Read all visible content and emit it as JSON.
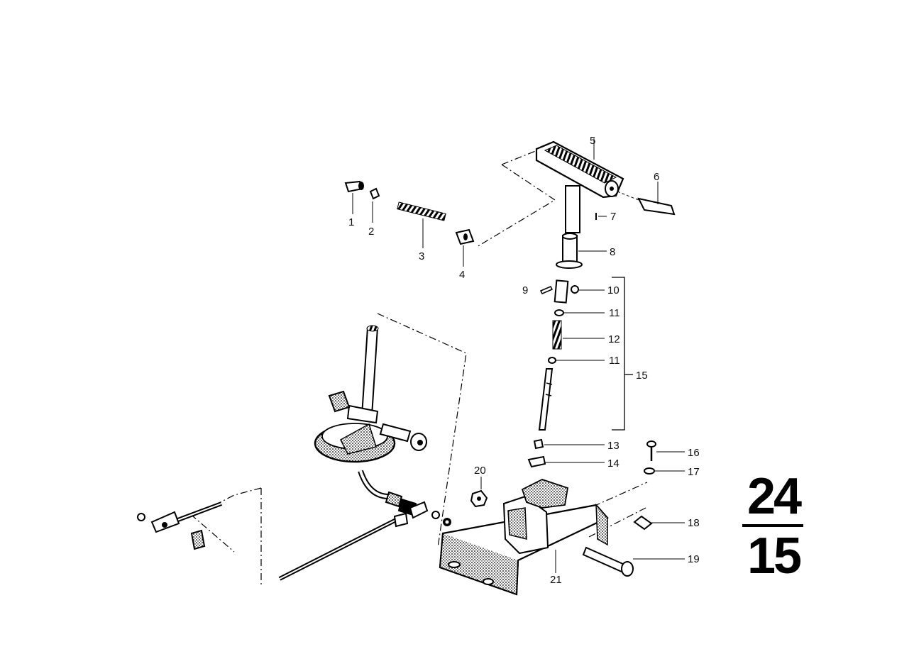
{
  "diagram": {
    "page_number_top": "24",
    "page_number_bottom": "15",
    "callouts": [
      {
        "id": "1",
        "label": "1"
      },
      {
        "id": "2",
        "label": "2"
      },
      {
        "id": "3",
        "label": "3"
      },
      {
        "id": "4",
        "label": "4"
      },
      {
        "id": "5",
        "label": "5"
      },
      {
        "id": "6",
        "label": "6"
      },
      {
        "id": "7",
        "label": "7"
      },
      {
        "id": "8",
        "label": "8"
      },
      {
        "id": "9",
        "label": "9"
      },
      {
        "id": "10",
        "label": "10"
      },
      {
        "id": "11a",
        "label": "11"
      },
      {
        "id": "12",
        "label": "12"
      },
      {
        "id": "11b",
        "label": "11"
      },
      {
        "id": "15",
        "label": "15"
      },
      {
        "id": "13",
        "label": "13"
      },
      {
        "id": "14",
        "label": "14"
      },
      {
        "id": "16",
        "label": "16"
      },
      {
        "id": "17",
        "label": "17"
      },
      {
        "id": "18",
        "label": "18"
      },
      {
        "id": "19",
        "label": "19"
      },
      {
        "id": "20",
        "label": "20"
      },
      {
        "id": "21",
        "label": "21"
      }
    ]
  }
}
